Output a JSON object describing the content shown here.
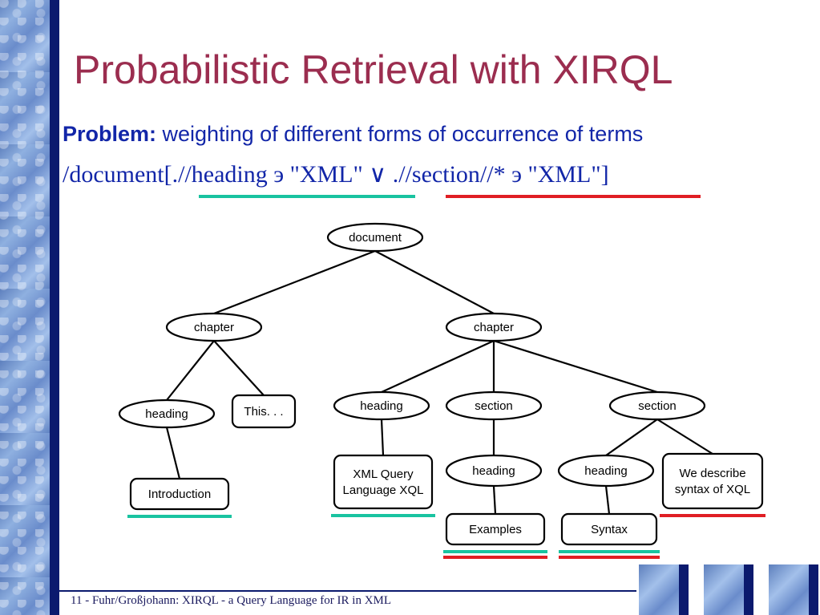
{
  "slide": {
    "title": "Probabilistic Retrieval with XIRQL",
    "problem_label": "Problem:",
    "problem_text": " weighting of different forms of occurrence of terms",
    "query": "/document[.//heading э \"XML\" ∨ .//section//* э  \"XML\"]",
    "footer": "11  -  Fuhr/Großjohann: XIRQL - a Query Language for IR in XML"
  },
  "colors": {
    "title": "#9b2d4f",
    "text": "#1226a8",
    "teal_marker": "#19c3a0",
    "red_marker": "#e01e24",
    "navy_bar": "#0b1a6e"
  },
  "tree": {
    "nodes": [
      {
        "id": "document",
        "label": "document",
        "shape": "ellipse"
      },
      {
        "id": "chapter1",
        "label": "chapter",
        "shape": "ellipse"
      },
      {
        "id": "chapter2",
        "label": "chapter",
        "shape": "ellipse"
      },
      {
        "id": "heading1",
        "label": "heading",
        "shape": "ellipse"
      },
      {
        "id": "this",
        "label": "This. . .",
        "shape": "rect"
      },
      {
        "id": "intro",
        "label": "Introduction",
        "shape": "rect",
        "marks": [
          "teal"
        ]
      },
      {
        "id": "heading2",
        "label": "heading",
        "shape": "ellipse"
      },
      {
        "id": "section1",
        "label": "section",
        "shape": "ellipse"
      },
      {
        "id": "section2",
        "label": "section",
        "shape": "ellipse"
      },
      {
        "id": "xmlq",
        "label": [
          "XML Query",
          "Language XQL"
        ],
        "shape": "rect",
        "marks": [
          "teal"
        ]
      },
      {
        "id": "heading3",
        "label": "heading",
        "shape": "ellipse"
      },
      {
        "id": "examples",
        "label": "Examples",
        "shape": "rect",
        "marks": [
          "teal",
          "red"
        ]
      },
      {
        "id": "heading4",
        "label": "heading",
        "shape": "ellipse"
      },
      {
        "id": "syntax",
        "label": "Syntax",
        "shape": "rect",
        "marks": [
          "teal",
          "red"
        ]
      },
      {
        "id": "wedesc",
        "label": [
          "We describe",
          "syntax of XQL"
        ],
        "shape": "rect",
        "marks": [
          "red"
        ]
      }
    ],
    "edges": [
      [
        "document",
        "chapter1"
      ],
      [
        "document",
        "chapter2"
      ],
      [
        "chapter1",
        "heading1"
      ],
      [
        "chapter1",
        "this"
      ],
      [
        "heading1",
        "intro"
      ],
      [
        "chapter2",
        "heading2"
      ],
      [
        "chapter2",
        "section1"
      ],
      [
        "chapter2",
        "section2"
      ],
      [
        "heading2",
        "xmlq"
      ],
      [
        "section1",
        "heading3"
      ],
      [
        "heading3",
        "examples"
      ],
      [
        "section2",
        "heading4"
      ],
      [
        "section2",
        "wedesc"
      ],
      [
        "heading4",
        "syntax"
      ]
    ]
  }
}
